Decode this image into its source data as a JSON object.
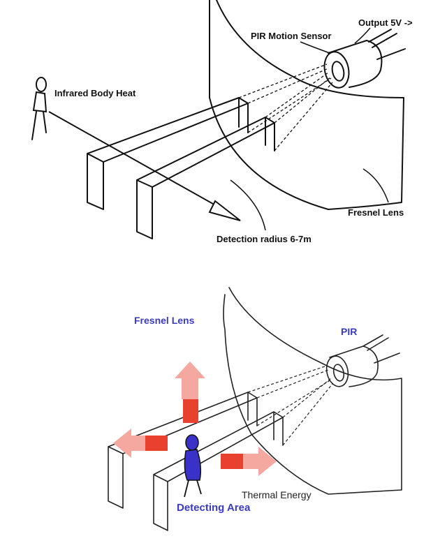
{
  "top_diagram": {
    "labels": {
      "output": "Output 5V ->",
      "sensor": "PIR Motion Sensor",
      "body_heat": "Infrared Body Heat",
      "fresnel": "Fresnel Lens",
      "radius": "Detection radius 6-7m"
    }
  },
  "bottom_diagram": {
    "labels": {
      "fresnel": "Fresnel Lens",
      "pir": "PIR",
      "thermal": "Thermal Energy",
      "detecting": "Detecting Area"
    },
    "colors": {
      "label_blue": "#3b3bc2",
      "arrow_red": "#e8412f",
      "arrow_pink": "#f4a8a0",
      "person_fill": "#3a32c8"
    }
  }
}
